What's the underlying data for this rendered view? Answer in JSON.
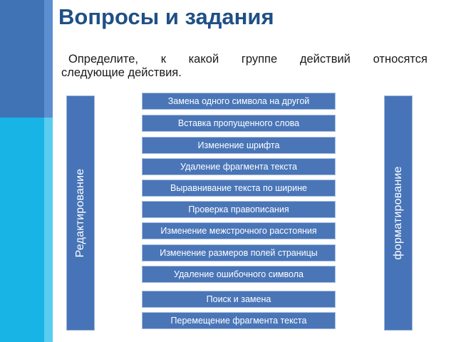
{
  "slide": {
    "title": "Вопросы и задания",
    "question_line1": "Определите, к какой группе действий относятся",
    "question_line2": "следующие действия."
  },
  "categories": {
    "left": "Редактирование",
    "right": "форматирование"
  },
  "actions": [
    "Замена одного символа на другой",
    "Вставка пропущенного слова",
    "Изменение шрифта",
    "Удаление фрагмента текста",
    "Выравнивание текста по ширине",
    "Проверка правописания",
    "Изменение межстрочного расстояния",
    "Изменение размеров полей страницы",
    "Удаление ошибочного символа",
    "Поиск и замена",
    "Перемещение фрагмента текста"
  ],
  "colors": {
    "title": "#1f4f86",
    "card": "#4a76b8",
    "stripe_top": "#3f73b5",
    "stripe_bottom": "#19b4e6"
  }
}
